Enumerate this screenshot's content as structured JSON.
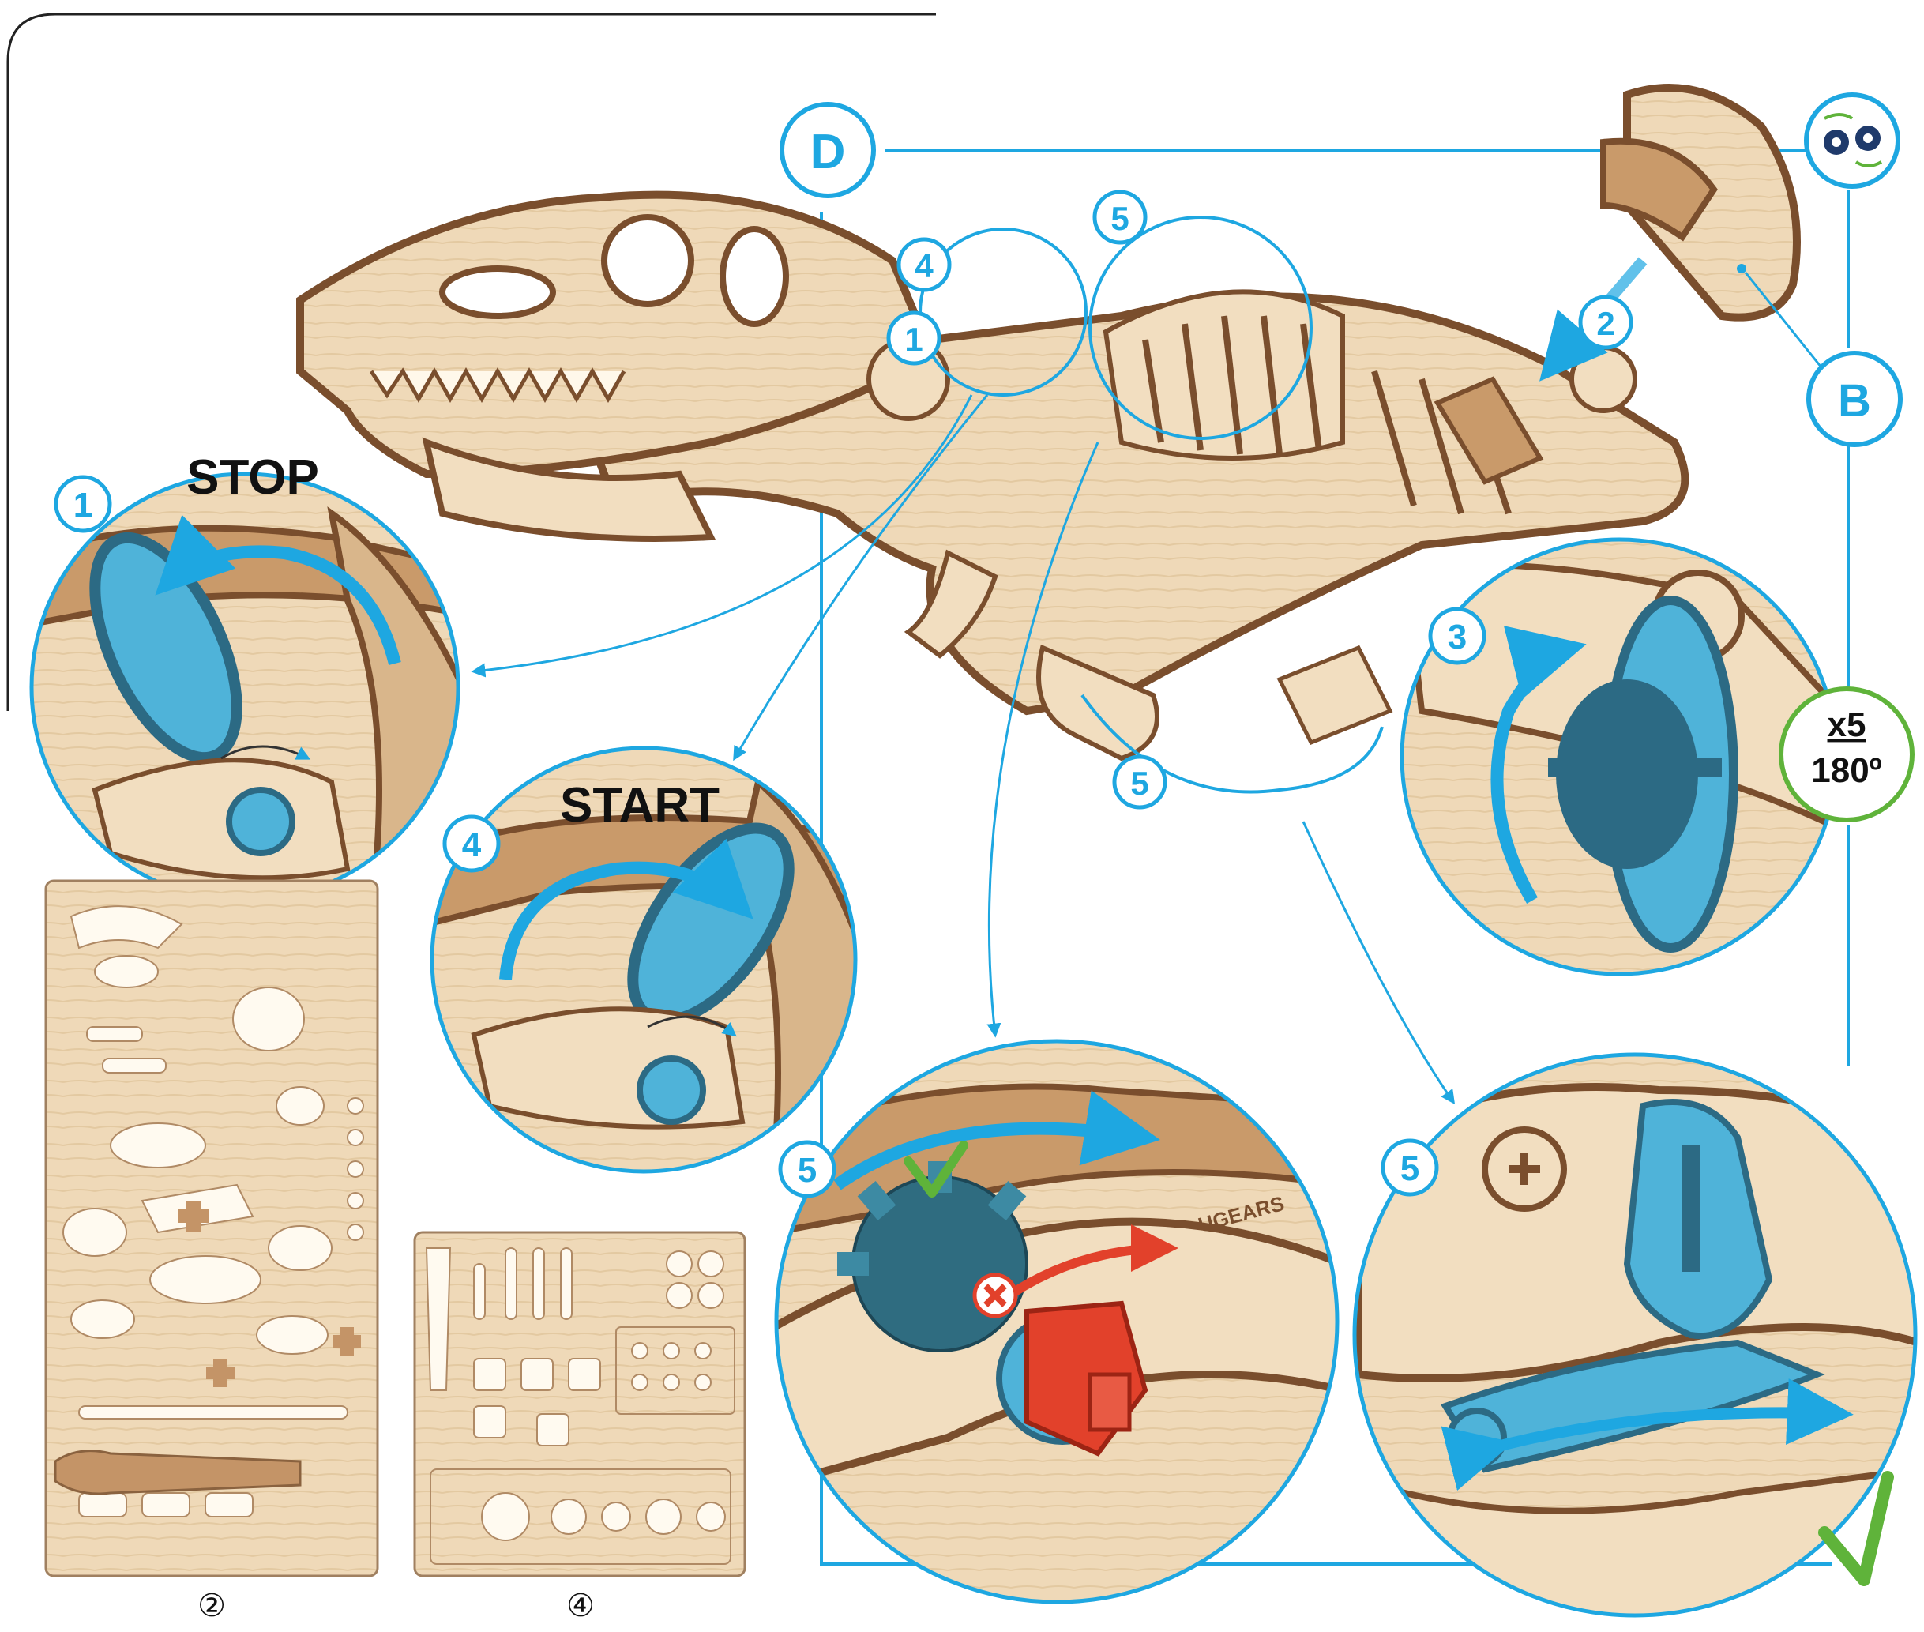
{
  "callouts": {
    "stop": {
      "number": "1",
      "label": "STOP"
    },
    "start": {
      "number": "4",
      "label": "START"
    },
    "step3": {
      "number": "3"
    },
    "gear_ok": {
      "number": "5"
    },
    "jaw": {
      "number": "5"
    }
  },
  "markers": {
    "head_4": "4",
    "head_1": "1",
    "body_5_top": "5",
    "body_5_bottom": "5",
    "arrow_2": "2",
    "letter_d": "D",
    "letter_b": "B"
  },
  "repeat_badge": {
    "count": "x5",
    "angle": "180º"
  },
  "sheets": [
    {
      "number": "②"
    },
    {
      "number": "④"
    }
  ],
  "logo_text": "UGEARS",
  "colors": {
    "accent_blue": "#1ea7e1",
    "part_blue": "#4fb3d9",
    "wood": "#efd9b8",
    "wood_edge": "#7a4e2d",
    "wrong_red": "#e2412b",
    "ok_green": "#5fb33a"
  },
  "icons": [
    "gear-rotation-icon",
    "check-icon",
    "cross-icon",
    "rotation-arrow-icon"
  ]
}
